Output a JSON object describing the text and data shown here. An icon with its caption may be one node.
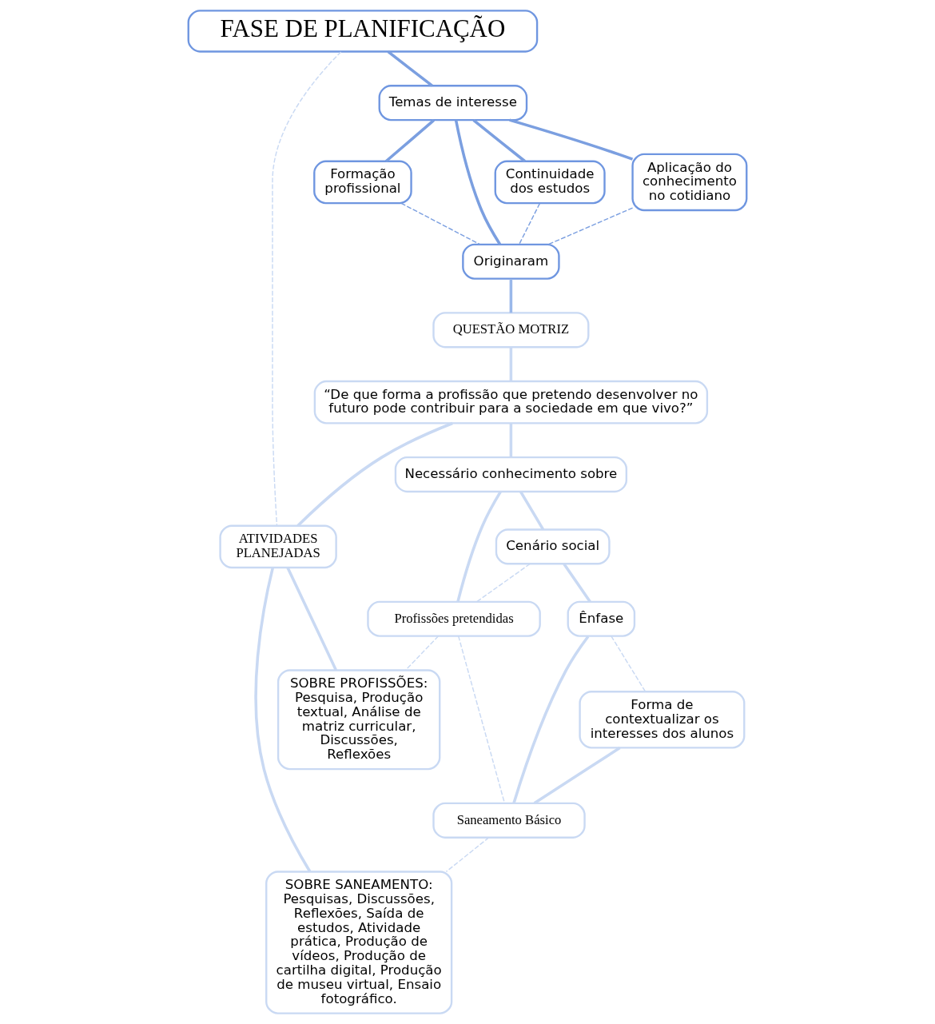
{
  "diagram": {
    "nodes": [
      {
        "text": [
          "FASE DE PLANIFICAÇÃO"
        ]
      },
      {
        "text": [
          "Temas de interesse"
        ]
      },
      {
        "text": [
          "Continuidade dos estudos"
        ]
      },
      {
        "text": [
          "Aplicação do conhecimento no cotidiano"
        ]
      },
      {
        "text": [
          "Formação profissional"
        ]
      },
      {
        "text": [
          "Originaram"
        ]
      },
      {
        "text": [
          "QUESTÃO MOTRIZ"
        ]
      },
      {
        "text": [
          "“De que forma a profissão que pretendo desenvolver no futuro pode contribuir para a sociedade em que vivo?”"
        ]
      },
      {
        "text": [
          "ATIVIDADES PLANEJADAS"
        ]
      },
      {
        "text": [
          "Necessário conhecimento sobre"
        ]
      },
      {
        "text": [
          "SOBRE PROFISSÕES: Pesquisa, Produção textual, Análise de matriz curricular, Discussões, Reflexões"
        ]
      },
      {
        "text": [
          "Cenário social"
        ]
      },
      {
        "text": [
          "Profissões pretendidas"
        ]
      },
      {
        "text": [
          "Ênfase"
        ]
      },
      {
        "text": [
          "Saneamento Básico"
        ]
      },
      {
        "text": [
          "SOBRE SANEAMENTO: Pesquisas, Discussões, Reflexões, Saída de estudos, Atividade prática, Produção de vídeos, Produção de cartilha digital, Produção de museu virtual, Ensaio fotográfico."
        ]
      },
      {
        "text": [
          "Forma de contextualizar os interesses dos alunos"
        ]
      }
    ],
    "edges": [
      {
        "from": 0,
        "to": 1,
        "arrow": "none",
        "color": "#7b9fe0"
      },
      {
        "from": 1,
        "to": 2,
        "arrow": "none",
        "color": "#7b9fe0"
      },
      {
        "from": 1,
        "to": 3,
        "arrow": "none",
        "color": "#7b9fe0"
      },
      {
        "from": 1,
        "to": 4,
        "arrow": "none",
        "color": "#7b9fe0"
      },
      {
        "from": 1,
        "to": 5,
        "arrow": "none",
        "color": "#7b9fe0"
      },
      {
        "from": 2,
        "to": 5,
        "arrow": "none",
        "style": "dashed",
        "color": "#7b9fe0"
      },
      {
        "from": 3,
        "to": 5,
        "arrow": "none",
        "style": "dashed",
        "color": "#7b9fe0"
      },
      {
        "from": 4,
        "to": 5,
        "arrow": "none",
        "style": "dashed",
        "color": "#7b9fe0"
      },
      {
        "from": 5,
        "to": 6,
        "arrow": "none",
        "color": "#9ab8ea"
      },
      {
        "from": 6,
        "to": 7,
        "arrow": "none"
      },
      {
        "from": 0,
        "to": 8,
        "arrow": "none",
        "style": "dashed"
      },
      {
        "from": 7,
        "to": 8,
        "arrow": "none"
      },
      {
        "from": 7,
        "to": 9,
        "arrow": "none"
      },
      {
        "from": 8,
        "to": 10,
        "arrow": "none"
      },
      {
        "from": 8,
        "to": 15,
        "arrow": "none"
      },
      {
        "from": 9,
        "to": 11,
        "arrow": "none"
      },
      {
        "from": 9,
        "to": 12,
        "arrow": "none"
      },
      {
        "from": 11,
        "to": 12,
        "arrow": "none",
        "style": "dashed"
      },
      {
        "from": 12,
        "to": 10,
        "arrow": "none",
        "style": "dashed"
      },
      {
        "from": 11,
        "to": 13,
        "arrow": "none"
      },
      {
        "from": 12,
        "to": 14,
        "arrow": "none",
        "style": "dashed"
      },
      {
        "from": 13,
        "to": 14,
        "arrow": "none"
      },
      {
        "from": 13,
        "to": 16,
        "arrow": "none",
        "style": "dashed"
      },
      {
        "from": 16,
        "to": 14,
        "arrow": "none"
      },
      {
        "from": 14,
        "to": 15,
        "arrow": "none",
        "style": "dashed"
      }
    ]
  }
}
